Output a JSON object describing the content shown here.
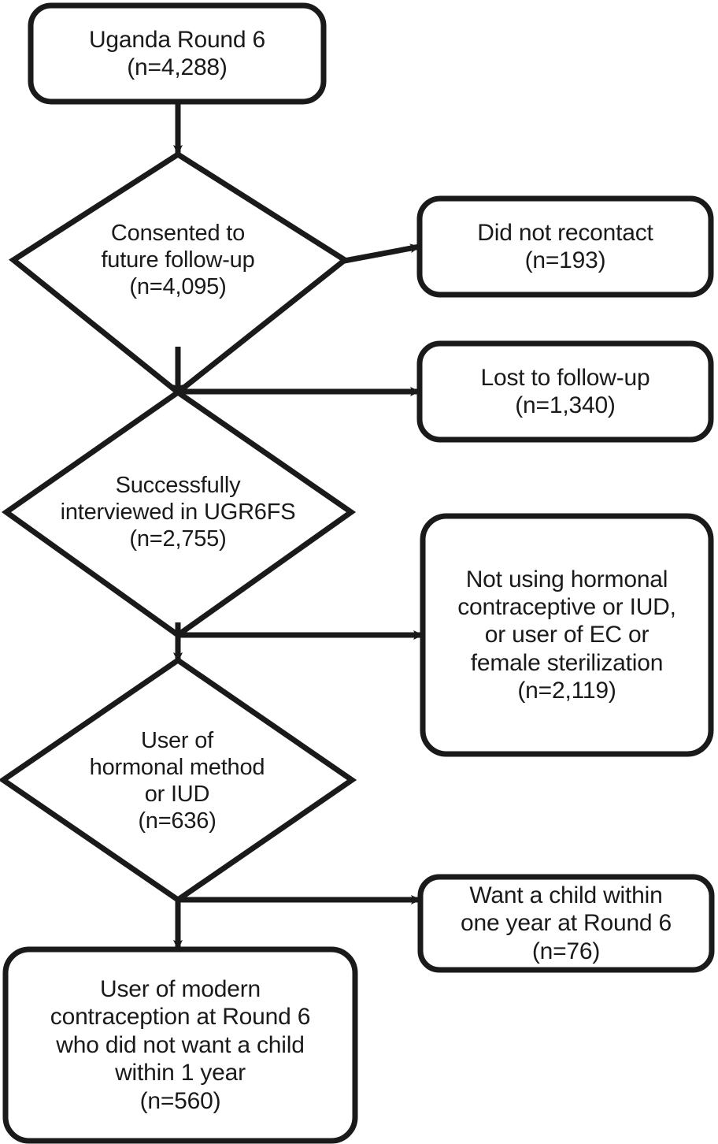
{
  "diagram": {
    "title": "Uganda Round 6 follow-up study participant flow",
    "type": "flowchart",
    "stroke_color": "#1a1a1a",
    "fill_color": "#ffffff",
    "text_color": "#1a1a1a"
  },
  "nodes": {
    "start_box": {
      "label": "Uganda Round 6\n(n=4,288)",
      "shape": "rounded-rect",
      "count": "4,288"
    },
    "consent_diamond": {
      "label": "Consented to\nfuture follow-up\n(n=4,095)",
      "shape": "diamond",
      "count": "4,095"
    },
    "no_recontact_box": {
      "label": "Did not recontact\n(n=193)",
      "shape": "rounded-rect",
      "count": "193"
    },
    "interviewed_diamond": {
      "label": "Successfully\ninterviewed in UGR6FS\n(n=2,755)",
      "shape": "diamond",
      "count": "2,755"
    },
    "lost_followup_box": {
      "label": "Lost to follow-up\n(n=1,340)",
      "shape": "rounded-rect",
      "count": "1,340"
    },
    "hormonal_diamond": {
      "label": "User of\nhormonal method\nor IUD\n(n=636)",
      "shape": "diamond",
      "count": "636"
    },
    "not_using_box": {
      "label": "Not using hormonal\ncontraceptive or IUD,\nor user of EC or\nfemale sterilization\n(n=2,119)",
      "shape": "rounded-rect",
      "count": "2,119"
    },
    "want_child_box": {
      "label": "Want a child within\none year at Round 6\n(n=76)",
      "shape": "rounded-rect",
      "count": "76"
    },
    "final_box": {
      "label": "User of modern\ncontraception at Round 6\nwho did not want a child\nwithin 1 year\n(n=560)",
      "shape": "rounded-rect",
      "count": "560"
    }
  },
  "edges": [
    {
      "name": "start-to-consent",
      "from": "start_box",
      "to": "consent_diamond",
      "direction": "down"
    },
    {
      "name": "consent-to-no-recontact",
      "from": "consent_diamond",
      "to": "no_recontact_box",
      "direction": "right"
    },
    {
      "name": "consent-to-interviewed",
      "from": "consent_diamond",
      "to": "interviewed_diamond",
      "direction": "down"
    },
    {
      "name": "interviewed-exclusion-lost",
      "from": "consent_diamond",
      "to": "lost_followup_box",
      "direction": "right"
    },
    {
      "name": "interviewed-to-hormonal",
      "from": "interviewed_diamond",
      "to": "hormonal_diamond",
      "direction": "down"
    },
    {
      "name": "interviewed-to-not-using",
      "from": "interviewed_diamond",
      "to": "not_using_box",
      "direction": "right"
    },
    {
      "name": "hormonal-to-want-child",
      "from": "hormonal_diamond",
      "to": "want_child_box",
      "direction": "right"
    },
    {
      "name": "hormonal-to-final",
      "from": "hormonal_diamond",
      "to": "final_box",
      "direction": "down"
    }
  ]
}
